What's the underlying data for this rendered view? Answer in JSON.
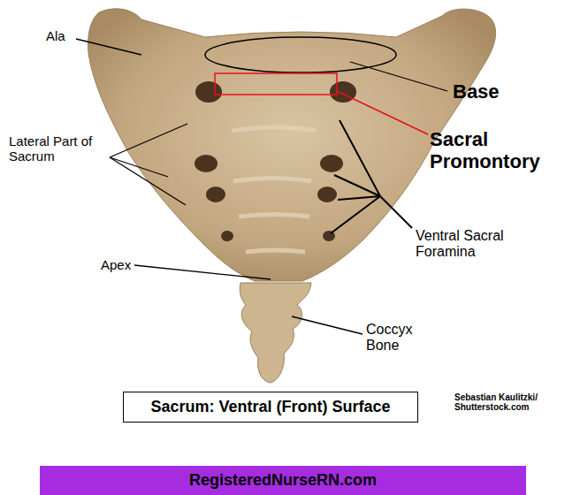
{
  "diagram": {
    "nodes": [
      {
        "text": [
          "Sacrum: Ventral (Front) Surface"
        ]
      },
      {
        "text": [
          "RegisteredNurseRN.com"
        ]
      }
    ],
    "labels": [
      "Ala",
      "Base",
      "Sacral Promontory",
      "Lateral Part of Sacrum",
      "Ventral Sacral Foramina",
      "Apex",
      "Coccyx Bone",
      "Sebastian Kaulitzki/ Shutterstock.com"
    ]
  }
}
